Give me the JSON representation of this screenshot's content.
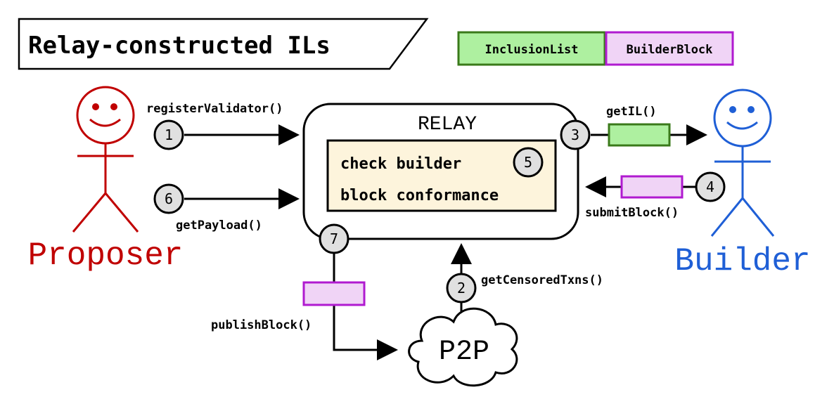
{
  "title": "Relay-constructed ILs",
  "legend": {
    "inclusion_list": "InclusionList",
    "builder_block": "BuilderBlock"
  },
  "colors": {
    "proposer": "#c00000",
    "builder": "#1f5fd6",
    "inclusion_list_fill": "#aef0a0",
    "inclusion_list_stroke": "#3a7a1a",
    "builder_block_fill": "#f0d4f6",
    "builder_block_stroke": "#b01ad0",
    "check_box_fill": "#fdf4dc",
    "step_circle_fill": "#e0e0e0"
  },
  "actors": {
    "proposer": "Proposer",
    "builder": "Builder"
  },
  "relay": {
    "label": "RELAY",
    "check_line1": "check builder",
    "check_line2": "block conformance"
  },
  "p2p": "P2P",
  "steps": {
    "s1": "1",
    "s2": "2",
    "s3": "3",
    "s4": "4",
    "s5": "5",
    "s6": "6",
    "s7": "7"
  },
  "calls": {
    "register_validator": "registerValidator()",
    "get_payload": "getPayload()",
    "get_il": "getIL()",
    "submit_block": "submitBlock()",
    "get_censored_txns": "getCensoredTxns()",
    "publish_block": "publishBlock()"
  },
  "icons": {
    "proposer": "stick-figure-icon",
    "builder": "stick-figure-icon",
    "p2p": "cloud-icon"
  }
}
